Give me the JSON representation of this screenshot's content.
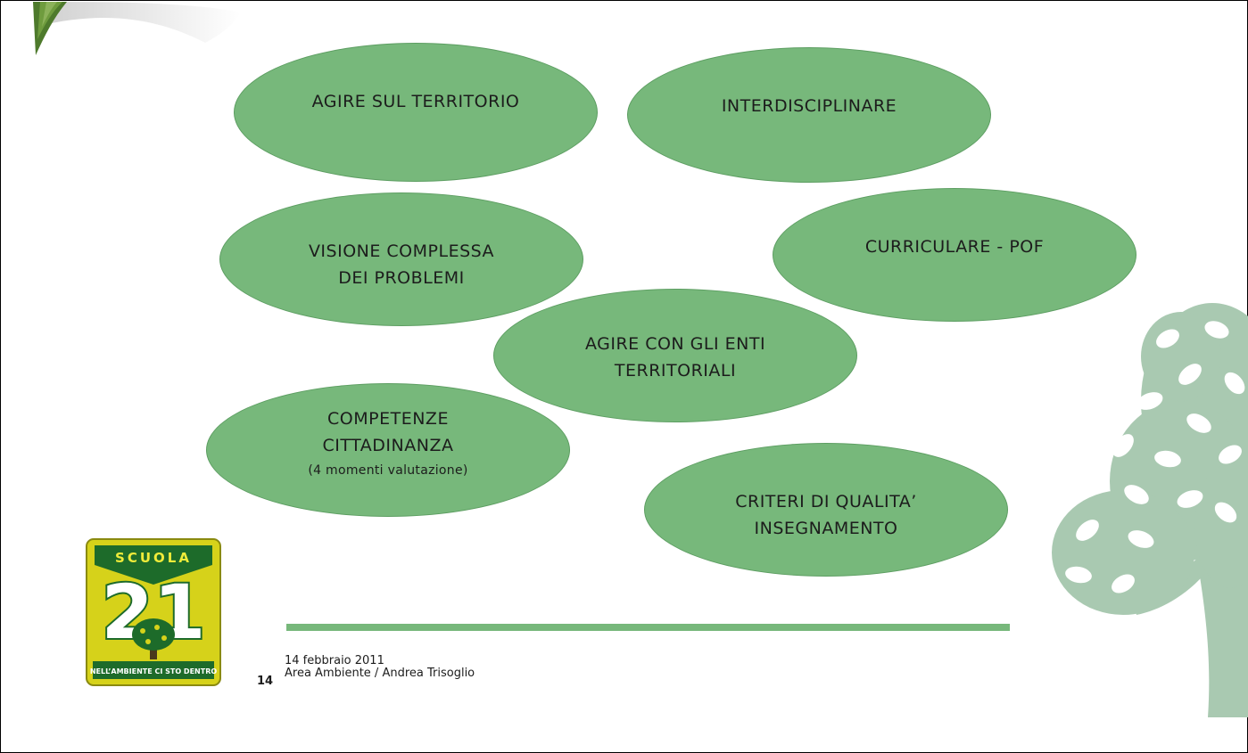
{
  "colors": {
    "ellipse_fill": "#77b87b",
    "ellipse_border": "#5d9e62",
    "rule": "#77b87b",
    "tree": "#a9c9b1",
    "logo_yellow": "#d6d21a",
    "logo_green": "#1d6b2a"
  },
  "ellipses": [
    {
      "lines": [
        "AGIRE SUL TERRITORIO"
      ]
    },
    {
      "lines": [
        "INTERDISCIPLINARE"
      ]
    },
    {
      "lines": [
        "VISIONE COMPLESSA",
        "DEI PROBLEMI"
      ]
    },
    {
      "lines": [
        "CURRICULARE - POF"
      ]
    },
    {
      "lines": [
        "AGIRE CON GLI ENTI",
        "TERRITORIALI"
      ]
    },
    {
      "lines": [
        "COMPETENZE",
        "CITTADINANZA"
      ],
      "sub": "(4 momenti valutazione)"
    },
    {
      "lines": [
        "CRITERI DI QUALITA’",
        "INSEGNAMENTO"
      ]
    }
  ],
  "logo": {
    "top_text": "SCUOLA",
    "number": "21",
    "tagline": "NELL’AMBIENTE CI STO DENTRO"
  },
  "footer": {
    "page_number": "14",
    "date": "14 febbraio 2011",
    "author": "Area Ambiente / Andrea Trisoglio"
  },
  "icons": {
    "corner": "grass-photo-corner-icon",
    "tree": "tree-icon"
  }
}
